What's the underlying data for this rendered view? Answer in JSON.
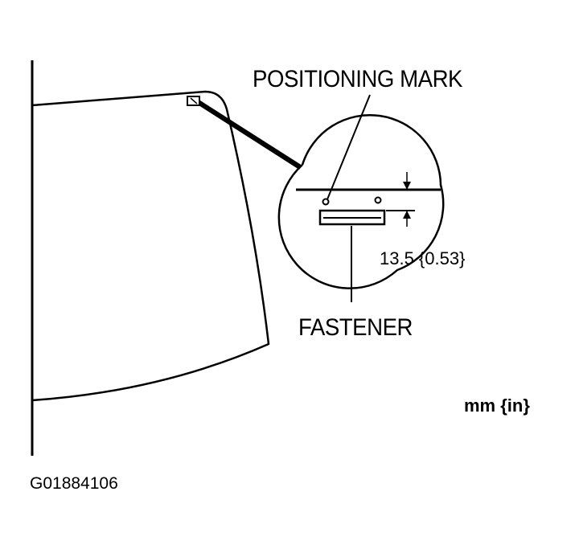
{
  "labels": {
    "positioning_mark": "POSITIONING MARK",
    "fastener": "FASTENER",
    "dimension": "13.5 {0.53}",
    "units": "mm {in}",
    "figure_id": "G01884106"
  }
}
